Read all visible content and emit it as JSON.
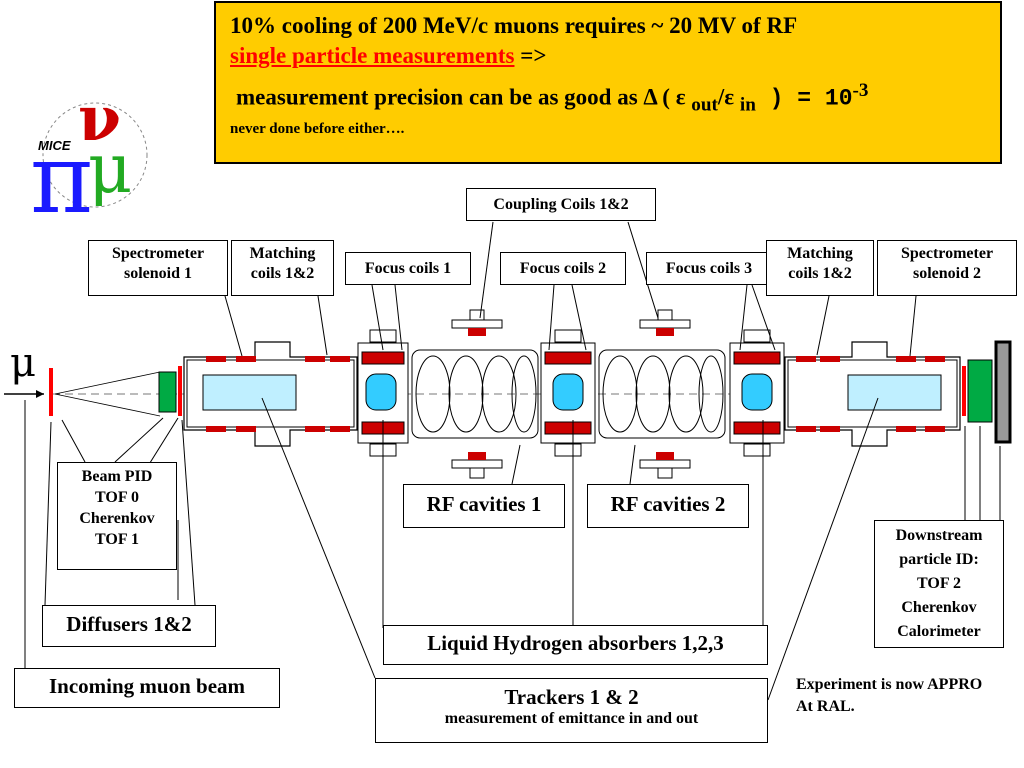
{
  "banner": {
    "line1": "10% cooling of 200 MeV/c muons requires ~ 20 MV of RF",
    "line2_red": "single particle measurements",
    "line2_rest": " =>",
    "line3_a": "measurement precision can be as good as Δ ( ε ",
    "line3_out": "out",
    "line3_b": "/ε ",
    "line3_in": "in",
    "line3_c": " ) = 10",
    "line3_exp": "-3",
    "line4": "never done before either…."
  },
  "logo": {
    "text": "MICE",
    "symbols": "πνμ"
  },
  "mu_symbol": "μ",
  "labels": {
    "coupling_coils": "Coupling Coils 1&2",
    "spectrometer1": [
      "Spectrometer",
      "solenoid 1"
    ],
    "matching1": [
      "Matching",
      "coils 1&2"
    ],
    "focus1": "Focus coils 1",
    "focus2": "Focus coils 2",
    "focus3": "Focus coils 3",
    "matching2": [
      "Matching",
      "coils 1&2"
    ],
    "spectrometer2": [
      "Spectrometer",
      "solenoid 2"
    ],
    "beam_pid": [
      "Beam PID",
      "TOF 0",
      "Cherenkov",
      "TOF 1"
    ],
    "rf1": "RF cavities 1",
    "rf2": "RF cavities 2",
    "diffusers": "Diffusers 1&2",
    "absorbers": "Liquid Hydrogen absorbers 1,2,3",
    "incoming": "Incoming muon beam",
    "trackers_title": "Trackers 1 & 2",
    "trackers_sub": "measurement of emittance in and out",
    "downstream": [
      "Downstream",
      "particle ID:",
      "TOF 2",
      "Cherenkov",
      "Calorimeter"
    ]
  },
  "approval": [
    "Experiment is now APPRO",
    "At RAL."
  ],
  "colors": {
    "banner": "#ffcc00",
    "coil": "#cc0000",
    "absorber": "#33ccff",
    "tracker": "#bfefff",
    "detector": "#00aa44",
    "red_text": "#ff0000"
  }
}
